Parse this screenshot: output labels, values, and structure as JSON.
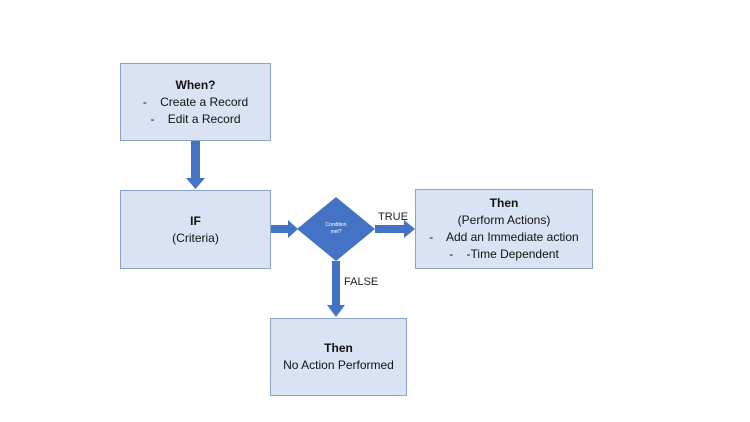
{
  "when_box": {
    "title": "When?",
    "items": [
      "-    Create a Record",
      "-    Edit a Record"
    ]
  },
  "if_box": {
    "title": "IF",
    "subtitle": "(Criteria)"
  },
  "decision": {
    "line1": "Condition",
    "line2": "met?"
  },
  "then_box": {
    "title": "Then",
    "subtitle": "(Perform Actions)",
    "items": [
      "-    Add an Immediate action",
      "-    -Time Dependent"
    ]
  },
  "no_action_box": {
    "title": "Then",
    "subtitle": "No Action Performed"
  },
  "labels": {
    "true": "TRUE",
    "false": "FALSE"
  },
  "colors": {
    "box_fill": "#dae3f3",
    "box_border": "#8aa3c8",
    "accent": "#4472c4"
  }
}
